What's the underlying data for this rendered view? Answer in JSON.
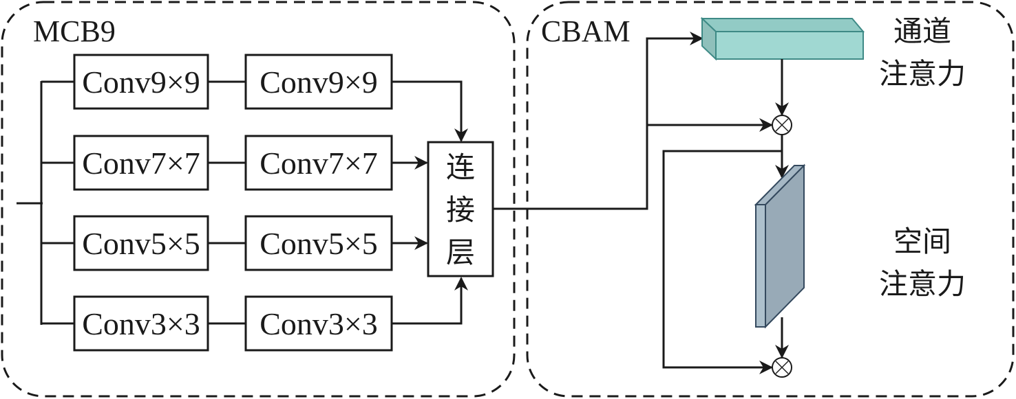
{
  "mcb": {
    "title": "MCB9",
    "rows": [
      {
        "first": "Conv9×9",
        "second": "Conv9×9"
      },
      {
        "first": "Conv7×7",
        "second": "Conv7×7"
      },
      {
        "first": "Conv5×5",
        "second": "Conv5×5"
      },
      {
        "first": "Conv3×3",
        "second": "Conv3×3"
      }
    ],
    "concat_chars": [
      "连",
      "接",
      "层"
    ]
  },
  "cbam": {
    "title": "CBAM",
    "channel_label": [
      "通道",
      "注意力"
    ],
    "spatial_label": [
      "空间",
      "注意力"
    ],
    "multiply_symbol": "⊗",
    "colors": {
      "channel_front": "#a0d8d2",
      "channel_top": "#92cbc5",
      "channel_side": "#8fc0bb",
      "channel_stroke": "#3e8a86",
      "spatial_front": "#adc0cc",
      "spatial_side": "#98aab7",
      "spatial_stroke": "#34495e"
    }
  }
}
